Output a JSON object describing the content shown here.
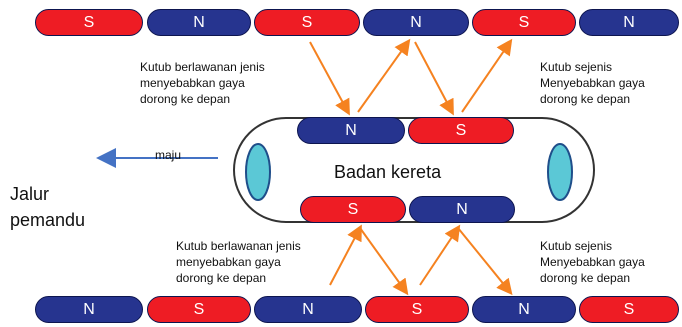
{
  "top_row": [
    {
      "label": "S",
      "pole": "red"
    },
    {
      "label": "N",
      "pole": "blue"
    },
    {
      "label": "S",
      "pole": "red"
    },
    {
      "label": "N",
      "pole": "blue"
    },
    {
      "label": "S",
      "pole": "red"
    },
    {
      "label": "N",
      "pole": "blue"
    }
  ],
  "bottom_row": [
    {
      "label": "N",
      "pole": "blue"
    },
    {
      "label": "S",
      "pole": "red"
    },
    {
      "label": "N",
      "pole": "blue"
    },
    {
      "label": "S",
      "pole": "red"
    },
    {
      "label": "N",
      "pole": "blue"
    },
    {
      "label": "S",
      "pole": "red"
    }
  ],
  "train": {
    "label": "Badan kereta",
    "top_magnets": [
      {
        "label": "N",
        "pole": "blue"
      },
      {
        "label": "S",
        "pole": "red"
      }
    ],
    "bottom_magnets": [
      {
        "label": "S",
        "pole": "red"
      },
      {
        "label": "N",
        "pole": "blue"
      }
    ]
  },
  "notes": {
    "top_left": "Kutub berlawanan jenis\nmenyebabkan gaya\ndorong ke depan",
    "top_right": "Kutub sejenis\nMenyebabkan gaya\ndorong ke depan",
    "bottom_left": "Kutub berlawanan jenis\nmenyebabkan gaya\ndorong ke depan",
    "bottom_right": "Kutub sejenis\nMenyebabkan gaya\ndorong ke depan"
  },
  "direction_label": "maju",
  "guide_label": "Jalur\npemandu",
  "colors": {
    "red": "#ee1c24",
    "blue": "#26348f",
    "arrow": "#f58220",
    "direction": "#4472c4",
    "window": "#5bc8d6"
  }
}
